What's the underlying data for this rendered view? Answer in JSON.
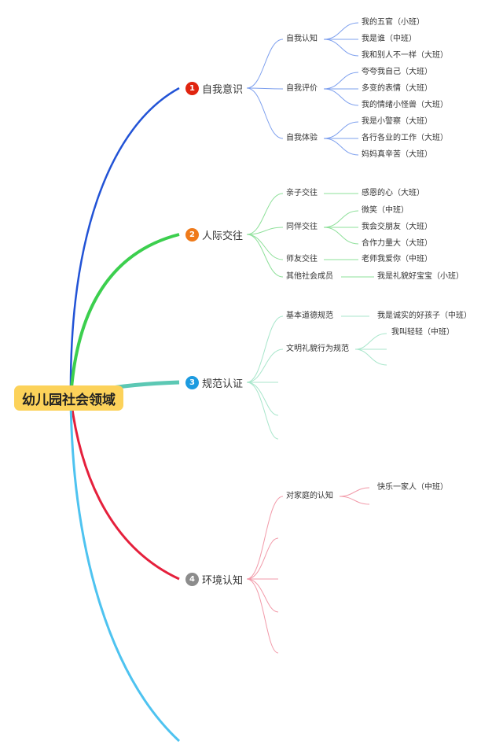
{
  "root": "幼儿园社会领域",
  "colors": {
    "root_bg": "#fcd25a",
    "branch1": "#2253d6",
    "branch2": "#3ccf4e",
    "branch3": "#5cc8b4",
    "branch4": "#e5203c",
    "branch5": "#4ec3f0",
    "sub1": "#7ea0ee",
    "sub2": "#8ee09a",
    "sub3": "#a8e6cb",
    "sub4": "#f29aa9",
    "badge1": "#e0240f",
    "badge2": "#ef7a1a",
    "badge3": "#1d9be0",
    "badge4": "#8c8c8c"
  },
  "branches": [
    {
      "num": "1",
      "label": "自我意识",
      "subs": [
        {
          "label": "自我认知",
          "leaves": [
            "我的五官（小班）",
            "我是谁（中班）",
            "我和别人不一样（大班）"
          ]
        },
        {
          "label": "自我评价",
          "leaves": [
            "夸夸我自己（大班）",
            "多变的表情（大班）",
            "我的情绪小怪兽（大班）"
          ]
        },
        {
          "label": "自我体验",
          "leaves": [
            "我是小警察（大班）",
            "各行各业的工作（大班）",
            "妈妈真辛苦（大班）"
          ]
        }
      ]
    },
    {
      "num": "2",
      "label": "人际交往",
      "subs": [
        {
          "label": "亲子交往",
          "leaves": [
            "感恩的心（大班）"
          ]
        },
        {
          "label": "同伴交往",
          "leaves": [
            "微笑（中班）",
            "我会交朋友（大班）",
            "合作力量大（大班）"
          ]
        },
        {
          "label": "师友交往",
          "leaves": [
            "老师我爱你（中班）"
          ]
        },
        {
          "label": "其他社会成员",
          "leaves": [
            "我是礼貌好宝宝（小班）"
          ]
        }
      ]
    },
    {
      "num": "3",
      "label": "规范认证",
      "subs": [
        {
          "label": "基本道德规范",
          "leaves": [
            "我是诚实的好孩子（中班）"
          ]
        },
        {
          "label": "文明礼貌行为规范",
          "leaves": [
            "我叫轻轻（中班）"
          ]
        }
      ]
    },
    {
      "num": "4",
      "label": "环境认知",
      "subs": [
        {
          "label": "对家庭的认知",
          "leaves": [
            "快乐一家人（中班）"
          ]
        }
      ]
    }
  ]
}
